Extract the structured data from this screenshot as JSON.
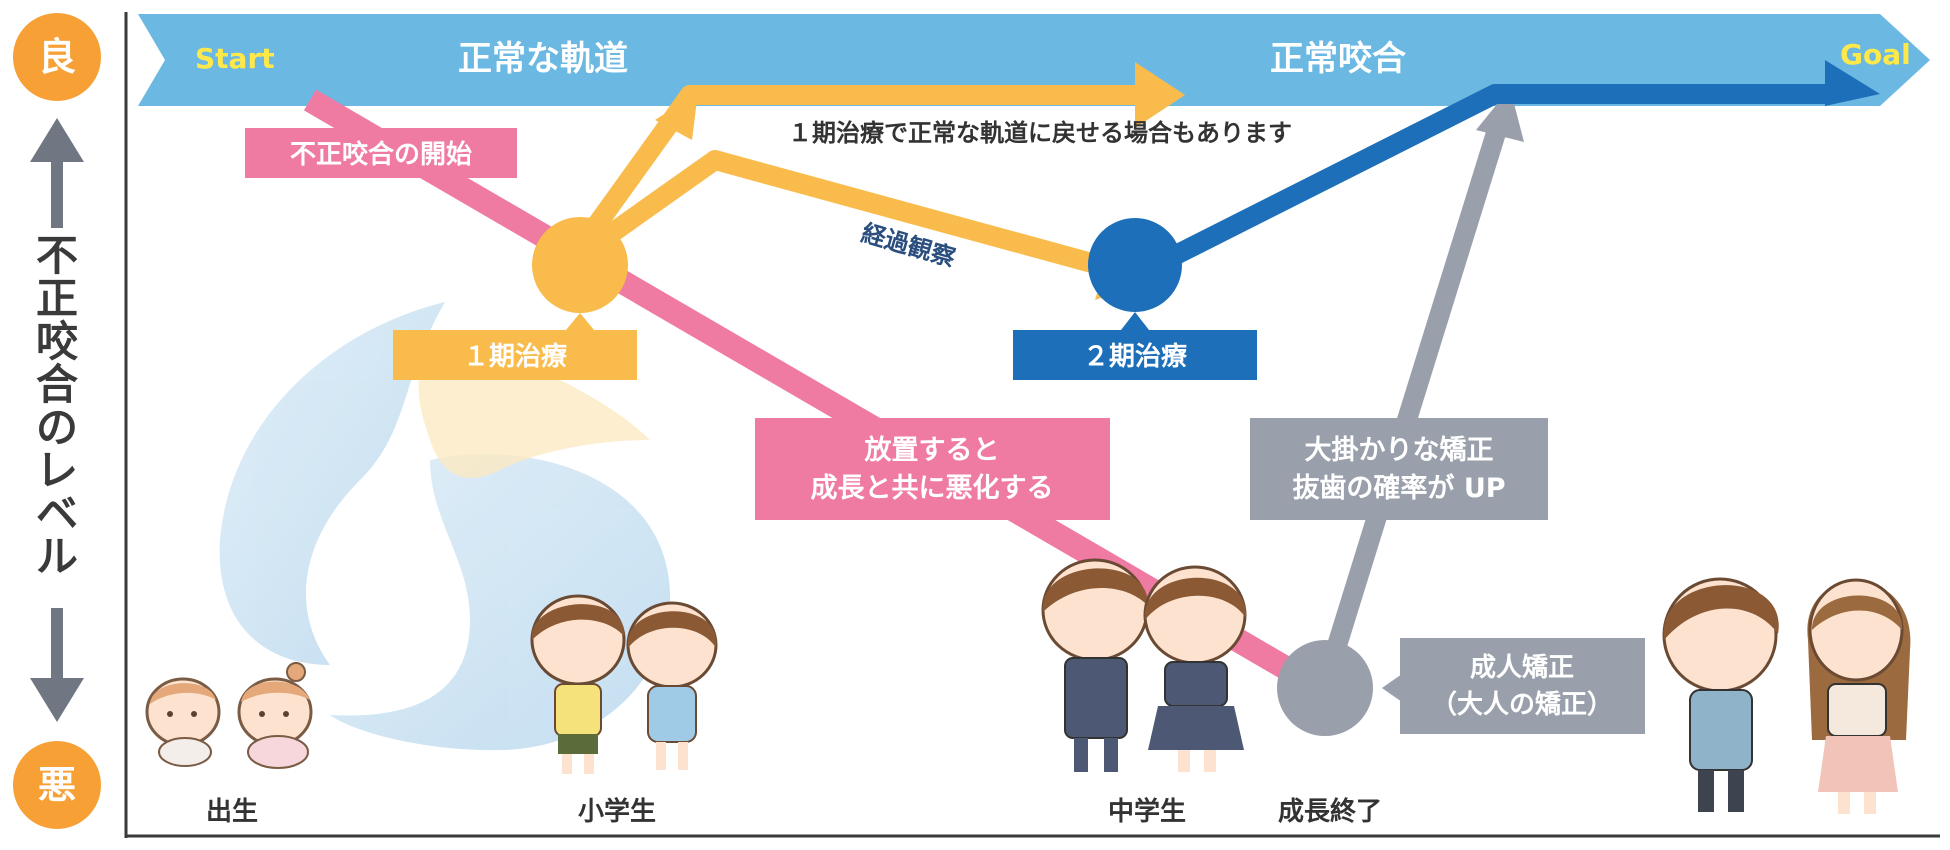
{
  "axis": {
    "good": "良",
    "bad": "悪",
    "label_chars": [
      "不",
      "正",
      "咬",
      "合",
      "の",
      "レ",
      "ベ",
      "ル"
    ]
  },
  "track": {
    "start": "Start",
    "normal_path": "正常な軌道",
    "normal_occlusion": "正常咬合",
    "goal": "Goal",
    "first_treatment_note": "１期治療で正常な軌道に戻せる場合もあります"
  },
  "labels": {
    "onset": "不正咬合の開始",
    "first_treatment": "１期治療",
    "observation": "経過観察",
    "second_treatment": "２期治療",
    "neglect_line1": "放置すると",
    "neglect_line2": "成長と共に悪化する",
    "major_line1": "大掛かりな矯正",
    "major_line2": "抜歯の確率が UP",
    "adult_line1": "成人矯正",
    "adult_line2": "（大人の矯正）"
  },
  "stages": {
    "birth": "出生",
    "elementary": "小学生",
    "junior_high": "中学生",
    "growth_end": "成長終了"
  },
  "colors": {
    "blue_band": "#6bb9e3",
    "dark_blue": "#1c6fb8",
    "yellow": "#f9bc4c",
    "pink": "#ef7aa2",
    "gray": "#9aa0ab",
    "orange": "#f6a035",
    "start_text": "#ffe94a"
  }
}
